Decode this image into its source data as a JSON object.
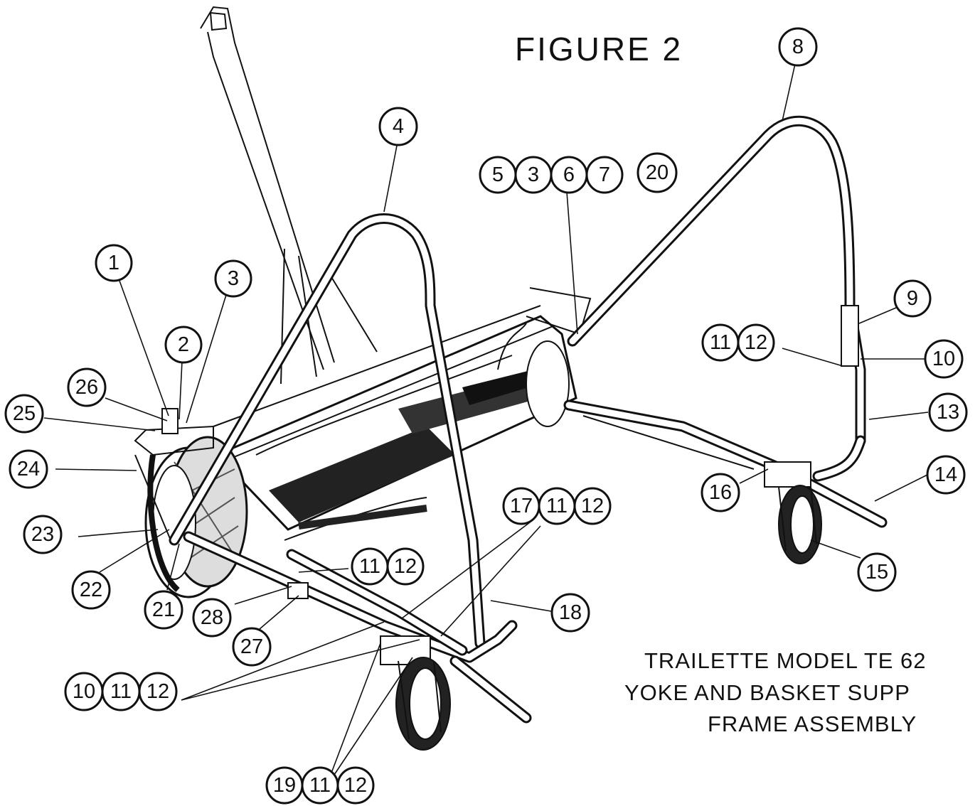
{
  "figure_title": "FIGURE 2",
  "caption": {
    "line1": "TRAILETTE MODEL TE 62",
    "line2": "YOKE AND BASKET SUPP",
    "line3": "FRAME ASSEMBLY"
  },
  "callouts": {
    "c1": "1",
    "c2": "2",
    "c3": "3",
    "c4": "4",
    "g5": [
      "5",
      "3",
      "6",
      "7",
      "20"
    ],
    "c8": "8",
    "c9": "9",
    "c10": "10",
    "g11_12_right": [
      "11",
      "12"
    ],
    "c13": "13",
    "c14": "14",
    "c15": "15",
    "c16": "16",
    "g17": [
      "17",
      "11",
      "12"
    ],
    "g11_12_mid": [
      "11",
      "12"
    ],
    "c18": "18",
    "g10": [
      "10",
      "11",
      "12"
    ],
    "g19": [
      "19",
      "11",
      "12"
    ],
    "c21": "21",
    "c22": "22",
    "c23": "23",
    "c24": "24",
    "c25": "25",
    "c26": "26",
    "c27": "27",
    "c28": "28"
  }
}
